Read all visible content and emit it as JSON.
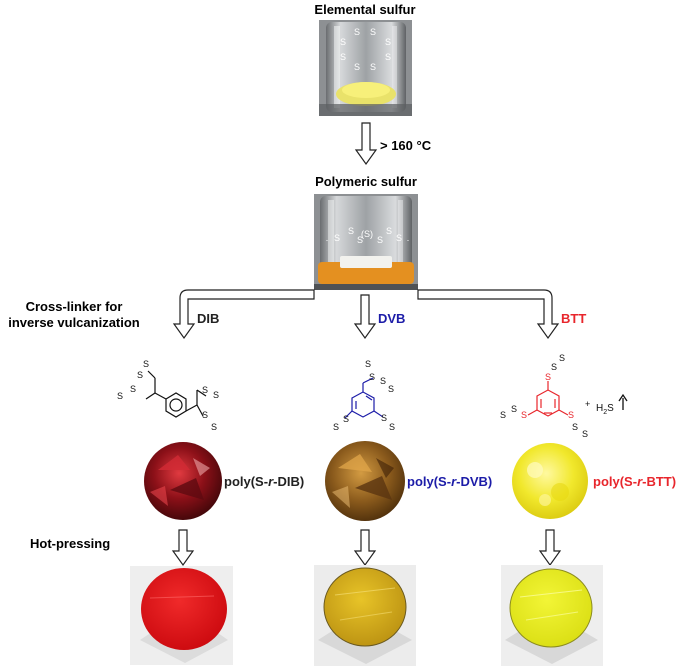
{
  "titles": {
    "elemental": "Elemental sulfur",
    "polymeric": "Polymeric sulfur",
    "temperature": "> 160 °C",
    "crosslinker_line1": "Cross-linker for",
    "crosslinker_line2": "inverse vulcanization",
    "hot_pressing": "Hot-pressing"
  },
  "ring": {
    "atom": "S"
  },
  "polymer_chain": {
    "atom": "S",
    "repeat": "(S)",
    "dot": "·"
  },
  "crosslinkers": [
    {
      "label": "DIB",
      "color": "#222222",
      "product_prefix": "poly(S-",
      "product_italic": "r",
      "product_suffix": "-DIB)"
    },
    {
      "label": "DVB",
      "color": "#1c1ca8",
      "product_prefix": "poly(S-",
      "product_italic": "r",
      "product_suffix": "-DVB)"
    },
    {
      "label": "BTT",
      "color": "#e8262c",
      "product_prefix": "poly(S-",
      "product_italic": "r",
      "product_suffix": "-BTT)"
    }
  ],
  "byproduct": {
    "main": "H",
    "sub": "2",
    "tail": "S"
  },
  "colors": {
    "sulfur_yellow": "#f3ea4f",
    "polymer_orange": "#e8901c",
    "dib_red": "#b5101a",
    "dvb_amber": "#caa419",
    "btt_yellow": "#e9ec1e",
    "dvb_blue": "#1c1ca8",
    "btt_red": "#e8262c"
  }
}
